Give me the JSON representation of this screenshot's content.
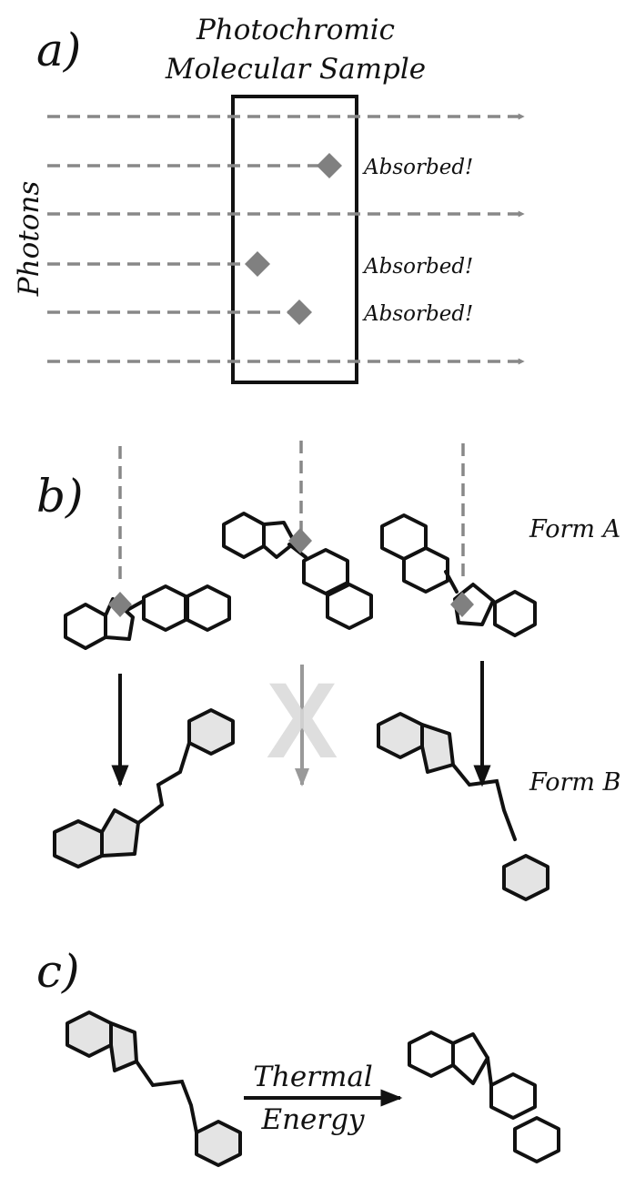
{
  "colors": {
    "photon": "#888888",
    "blocked_arrow": "#999999",
    "cross_mark": "#d9d9d9",
    "formB_fill": "#e4e4e4",
    "outline": "#111111"
  },
  "panel_a": {
    "label": "a)",
    "sample_title_line1": "Photochromic",
    "sample_title_line2": "Molecular Sample",
    "axis_label": "Photons",
    "absorbed_labels": [
      "Absorbed!",
      "Absorbed!",
      "Absorbed!"
    ]
  },
  "panel_b": {
    "label": "b)",
    "form_a_label": "Form A",
    "form_b_label": "Form B",
    "blocked_mark": "X"
  },
  "panel_c": {
    "label": "c)",
    "arrow_label_line1": "Thermal",
    "arrow_label_line2": "Energy"
  }
}
